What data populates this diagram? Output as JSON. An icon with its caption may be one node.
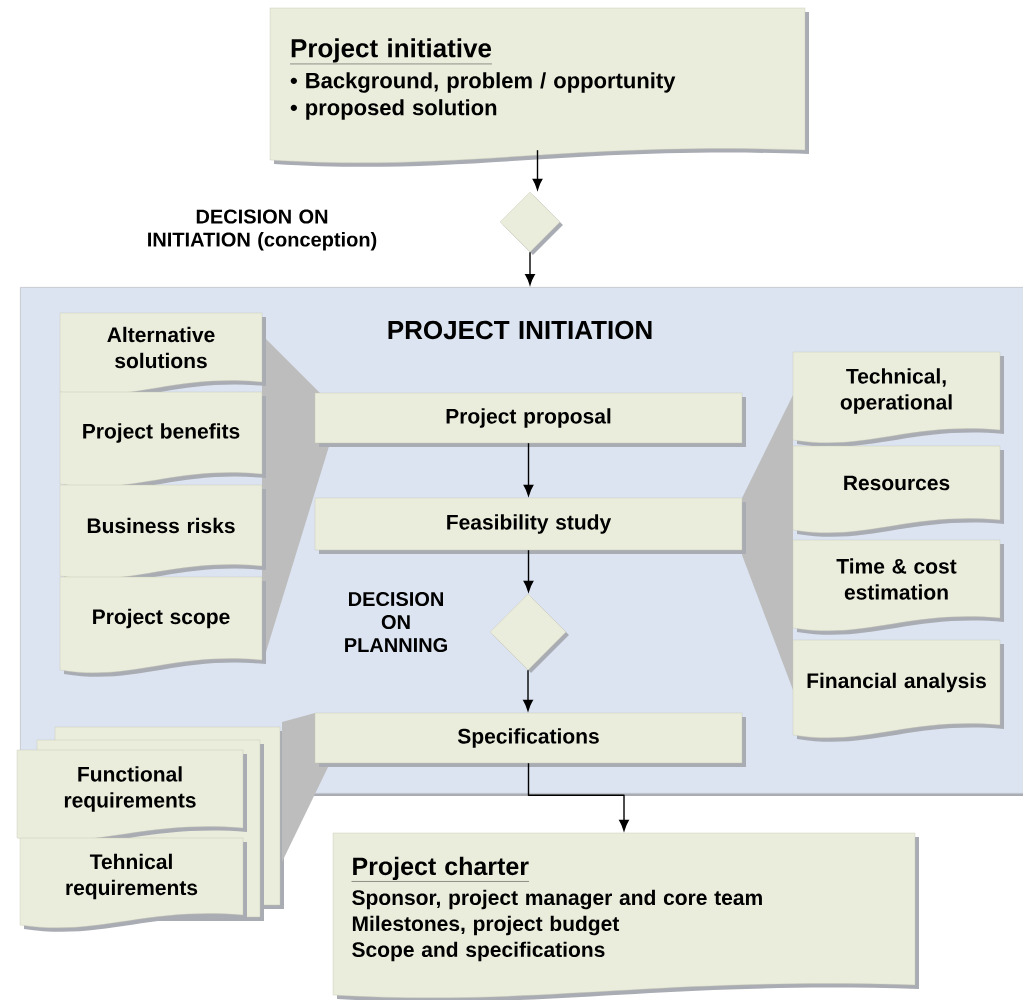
{
  "diagram": {
    "nodes": [
      {
        "text": [
          "Project initiative",
          "• Background, problem / opportunity",
          "• proposed solution"
        ]
      },
      {
        "text": [],
        "shape": "diamond"
      },
      {
        "text": [
          "PROJECT INITIATION"
        ]
      },
      {
        "text": [
          "Alternative solutions"
        ],
        "in": 2
      },
      {
        "text": [
          "Project benefits"
        ],
        "in": 2
      },
      {
        "text": [
          "Business risks"
        ],
        "in": 2
      },
      {
        "text": [
          "Project scope"
        ],
        "in": 2
      },
      {
        "text": [
          "Project proposal"
        ],
        "in": 2
      },
      {
        "text": [
          "Feasibility study"
        ],
        "in": 2
      },
      {
        "text": [],
        "shape": "diamond",
        "in": 2
      },
      {
        "text": [
          "Specifications"
        ],
        "in": 2
      },
      {
        "text": [
          "Technical, operational"
        ],
        "in": 2
      },
      {
        "text": [
          "Resources"
        ],
        "in": 2
      },
      {
        "text": [
          "Time & cost estimation"
        ],
        "in": 2
      },
      {
        "text": [
          "Financial analysis"
        ],
        "in": 2
      },
      {
        "text": [
          "Functional requirements"
        ]
      },
      {
        "text": [
          "Tehnical requirements"
        ]
      },
      {
        "text": [
          "Project charter",
          "Sponsor, project manager and core team",
          "Milestones, project budget",
          "Scope and specifications"
        ]
      },
      {
        "text": [],
        "shape": "callout",
        "in": 2
      },
      {
        "text": [],
        "shape": "callout",
        "in": 2
      },
      {
        "text": [],
        "shape": "callout"
      }
    ],
    "edges": [
      {
        "from": 0,
        "to": 1,
        "arrow": "to"
      },
      {
        "from": 1,
        "to": 2,
        "arrow": "to"
      },
      {
        "from": 7,
        "to": 8,
        "arrow": "to"
      },
      {
        "from": 8,
        "to": 9,
        "arrow": "to"
      },
      {
        "from": 9,
        "to": 10,
        "arrow": "to"
      },
      {
        "from": 10,
        "to": 17,
        "arrow": "to"
      }
    ],
    "labels": [
      "DECISION ON INITIATION (conception)",
      "DECISION ON PLANNING"
    ]
  }
}
